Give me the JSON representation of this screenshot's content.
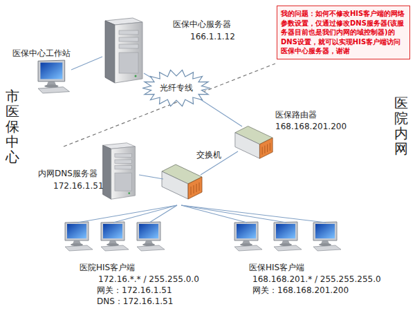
{
  "diagram": {
    "nodes": [
      {
        "text": [
          "医保中心服务器",
          "166.1.1.12"
        ]
      },
      {
        "text": [
          "我的问题：如何不修改HIS客户端的网络参数设置，仅通过修改DNS服务器(该服务器目前也是我们内网的域控制器)的DNS设置，就可以实现HIS客户端访问医保中心服务器，谢谢"
        ]
      },
      {
        "text": [
          "医保中心工作站"
        ]
      },
      {
        "text": [
          "光纤专线"
        ]
      },
      {
        "text": [
          "医保路由器",
          "168.168.201.200"
        ]
      },
      {
        "text": [
          "交换机"
        ]
      },
      {
        "text": [
          "内网DNS服务器",
          "172.16.1.51"
        ]
      },
      {
        "text": [
          "医院HIS客户端",
          "172.16.*.* / 255.255.0.0",
          "网关：172.16.1.51",
          "DNS：172.16.1.51"
        ]
      },
      {
        "text": [
          "医保HIS客户端",
          "168.168.201.* / 255.255.255.0",
          "网关：168.168.201.200"
        ]
      }
    ],
    "edges": [
      {
        "from": 2,
        "to": 0,
        "arrow": "none"
      },
      {
        "from": 0,
        "to": 3,
        "arrow": "none"
      },
      {
        "from": 3,
        "to": 4,
        "arrow": "none"
      },
      {
        "from": 4,
        "to": 5,
        "arrow": "none"
      },
      {
        "from": 6,
        "to": 5,
        "arrow": "none"
      },
      {
        "from": 5,
        "to": 7,
        "arrow": "none"
      },
      {
        "from": 5,
        "to": 7,
        "arrow": "none"
      },
      {
        "from": 5,
        "to": 7,
        "arrow": "none"
      },
      {
        "from": 5,
        "to": 8,
        "arrow": "none"
      },
      {
        "from": 5,
        "to": 8,
        "arrow": "none"
      },
      {
        "from": 5,
        "to": 8,
        "arrow": "none"
      }
    ],
    "labels": [
      "市医保中心",
      "医院内网"
    ]
  }
}
